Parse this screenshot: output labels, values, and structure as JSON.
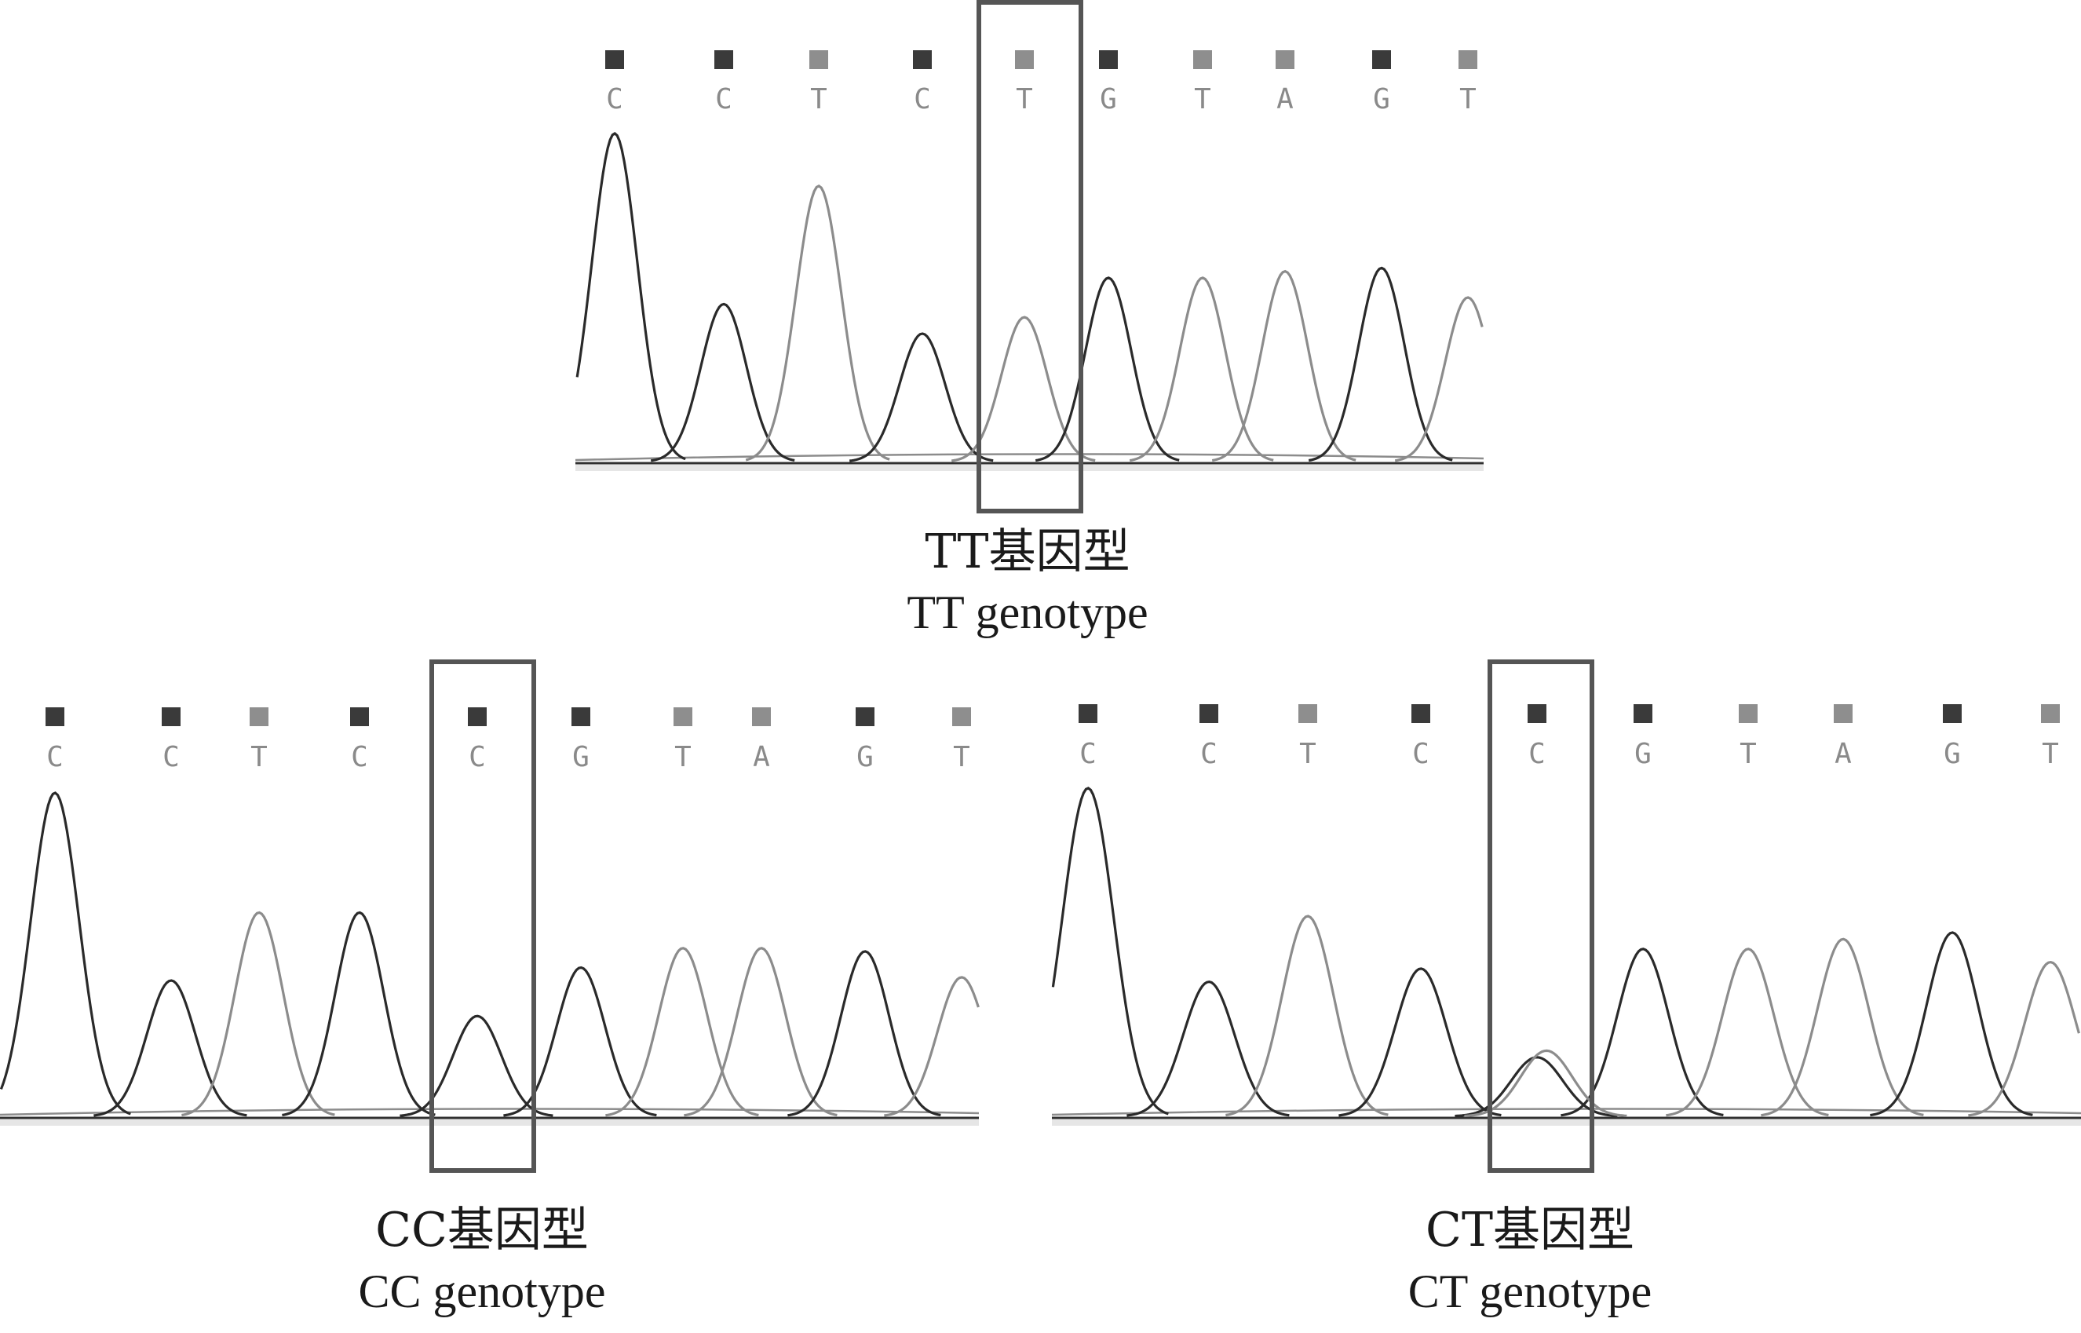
{
  "colors": {
    "dark_trace": "#2a2a2a",
    "light_trace": "#8c8c8c",
    "baseline": "#303030",
    "highlight_box": "#555555",
    "caption": "#1a1a1a"
  },
  "chart_data": [
    {
      "type": "line",
      "bases": [
        "C",
        "C",
        "T",
        "C",
        "T",
        "G",
        "T",
        "A",
        "G",
        "T"
      ],
      "highlight_index": 4,
      "peak_heights": [
        1.0,
        0.48,
        0.84,
        0.39,
        0.44,
        0.56,
        0.56,
        0.58,
        0.59,
        0.5
      ],
      "secondary_peak": null,
      "caption_cn": "TT基因型",
      "caption_en": "TT  genotype"
    },
    {
      "type": "line",
      "bases": [
        "C",
        "C",
        "T",
        "C",
        "C",
        "G",
        "T",
        "A",
        "G",
        "T"
      ],
      "highlight_index": 4,
      "peak_heights": [
        1.0,
        0.42,
        0.63,
        0.63,
        0.31,
        0.46,
        0.52,
        0.52,
        0.51,
        0.43
      ],
      "secondary_peak": null,
      "caption_cn": "CC基因型",
      "caption_en": "CC  genotype"
    },
    {
      "type": "line",
      "bases": [
        "C",
        "C",
        "T",
        "C",
        "C",
        "G",
        "T",
        "A",
        "G",
        "T"
      ],
      "highlight_index": 4,
      "peak_heights": [
        1.0,
        0.41,
        0.61,
        0.45,
        0.18,
        0.51,
        0.51,
        0.54,
        0.56,
        0.47
      ],
      "secondary_peak": {
        "index": 4,
        "base": "T",
        "height": 0.2
      },
      "caption_cn": "CT基因型",
      "caption_en": "CT  genotype"
    }
  ]
}
